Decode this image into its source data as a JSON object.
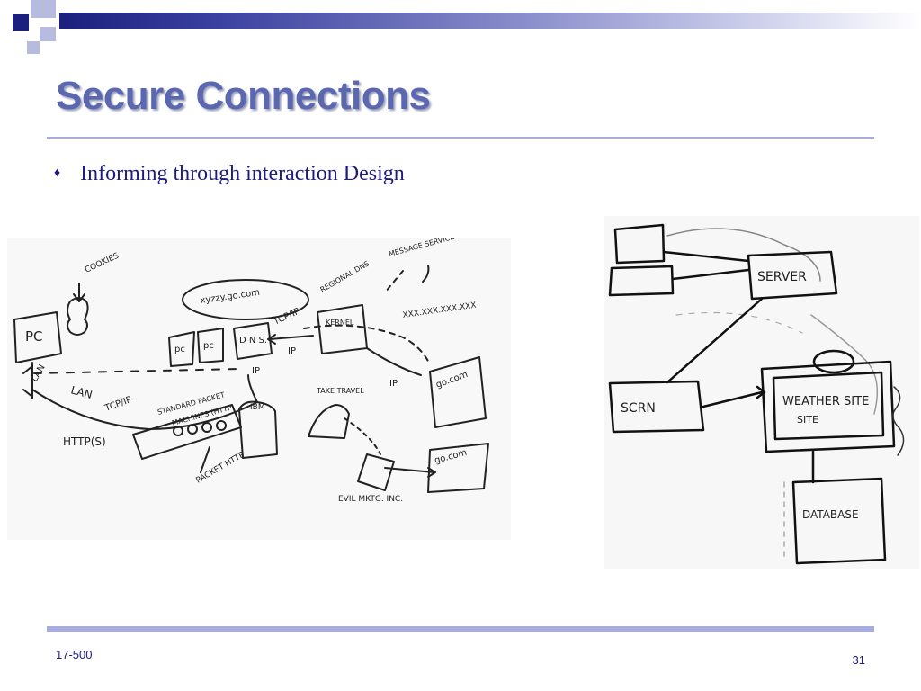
{
  "slide": {
    "title": "Secure Connections",
    "bullets": [
      {
        "marker": "♦",
        "text": "Informing through interaction Design"
      }
    ]
  },
  "footer": {
    "course": "17-500",
    "page_number": "31"
  },
  "left_sketch": {
    "labels": {
      "pc": "PC",
      "cookies": "COOKIES",
      "lan_vertical": "LAN",
      "lan": "LAN",
      "tcp_ip_left": "TCP/IP",
      "http": "HTTP(S)",
      "standard_packet": "STANDARD PACKET",
      "machines": "MACHINES (HTTP)",
      "packet_http": "PACKET HTTP",
      "ibm": "IBM",
      "pc_box_a": "pc",
      "pc_box_b": "pc",
      "dns": "D N S.",
      "cloud": "xyzzy.go.com",
      "tcp_ip_mid": "TCP/IP",
      "ip_mid": "IP",
      "ip_low": "IP",
      "regional_dns": "REGIONAL DNS",
      "kernel": "KERNEL",
      "message_service": "MESSAGE SERVICE",
      "address": "XXX.XXX.XXX.XXX",
      "go_com_top": "go.com",
      "go_com_bottom": "go.com",
      "travel": "TAKE TRAVEL",
      "company": "EVIL MKTG. INC."
    }
  },
  "right_sketch": {
    "labels": {
      "server": "SERVER",
      "screen": "SCRN",
      "weather_site": "WEATHER SITE",
      "database": "DATABASE"
    }
  },
  "colors": {
    "title": "#5b67b0",
    "body_text": "#1c1c80",
    "rule": "#a9addb",
    "bar_dark": "#1b1f7e"
  }
}
